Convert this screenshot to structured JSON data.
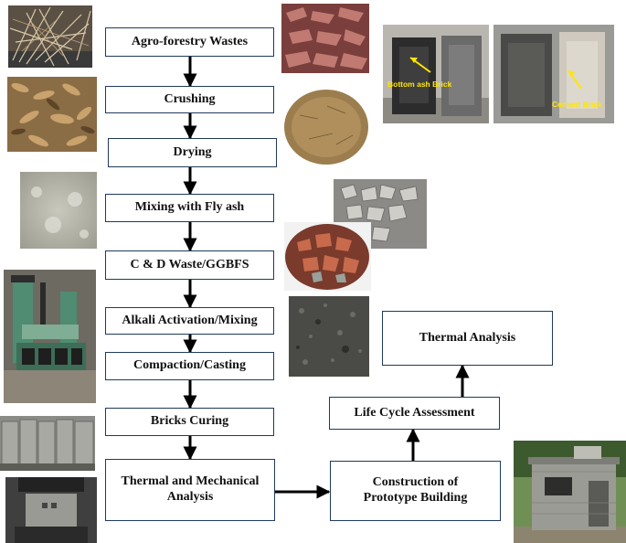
{
  "steps": {
    "agro_forestry_wastes": "Agro-forestry Wastes",
    "crushing": "Crushing",
    "drying": "Drying",
    "mixing_fly_ash": "Mixing with Fly ash",
    "cd_waste_ggbfs": "C & D Waste/GGBFS",
    "alkali_activation": "Alkali Activation/Mixing",
    "compaction_casting": "Compaction/Casting",
    "bricks_curing": "Bricks Curing",
    "thermal_mechanical": "Thermal and Mechanical Analysis",
    "construction_prototype": "Construction of Prototype Building",
    "life_cycle_assessment": "Life Cycle Assessment",
    "thermal_analysis": "Thermal Analysis"
  },
  "photo_labels": {
    "bottom_ash_brick": "Bottom ash Brick",
    "cement_brick": "Cement Brick"
  },
  "colors": {
    "box_border": "#1f3a5f",
    "arrow": "#000000",
    "photo_label": "#ffe600"
  }
}
